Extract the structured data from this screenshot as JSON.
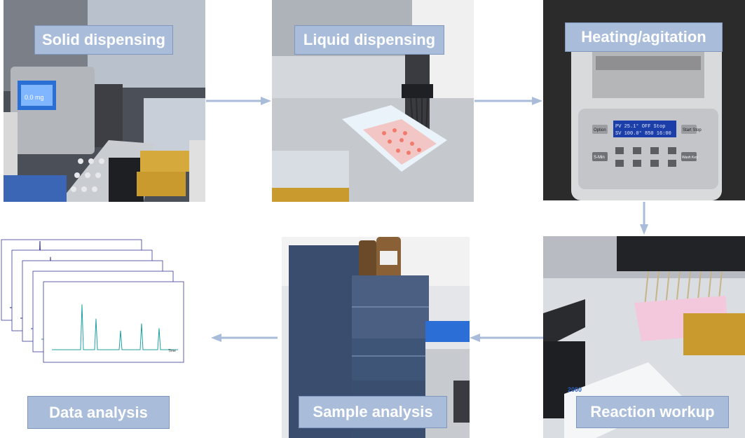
{
  "steps": {
    "solid": {
      "label": "Solid dispensing",
      "balance_readout": "0.0 mg"
    },
    "liquid": {
      "label": "Liquid dispensing"
    },
    "heating": {
      "label": "Heating/agitation",
      "display_line1": "PV  25.1° OFF  Stop",
      "display_line2": "SV 100.0° 850 16:00",
      "option_button": "Option",
      "start_button": "Start\nStop",
      "smin_button": "S-Min",
      "wash_button": "Wash Key"
    },
    "workup": {
      "label": "Reaction workup"
    },
    "sample": {
      "label": "Sample analysis"
    },
    "data": {
      "label": "Data analysis",
      "time_label": "Time"
    }
  },
  "colors": {
    "label_fill": "#a9bddb",
    "label_border": "#7f97bd",
    "arrow": "#a9bddb",
    "chrom_traces": [
      "#1a1a6e",
      "#2a2a8a",
      "#3b3b9c",
      "#2e8b8b",
      "#20a0a0"
    ]
  }
}
